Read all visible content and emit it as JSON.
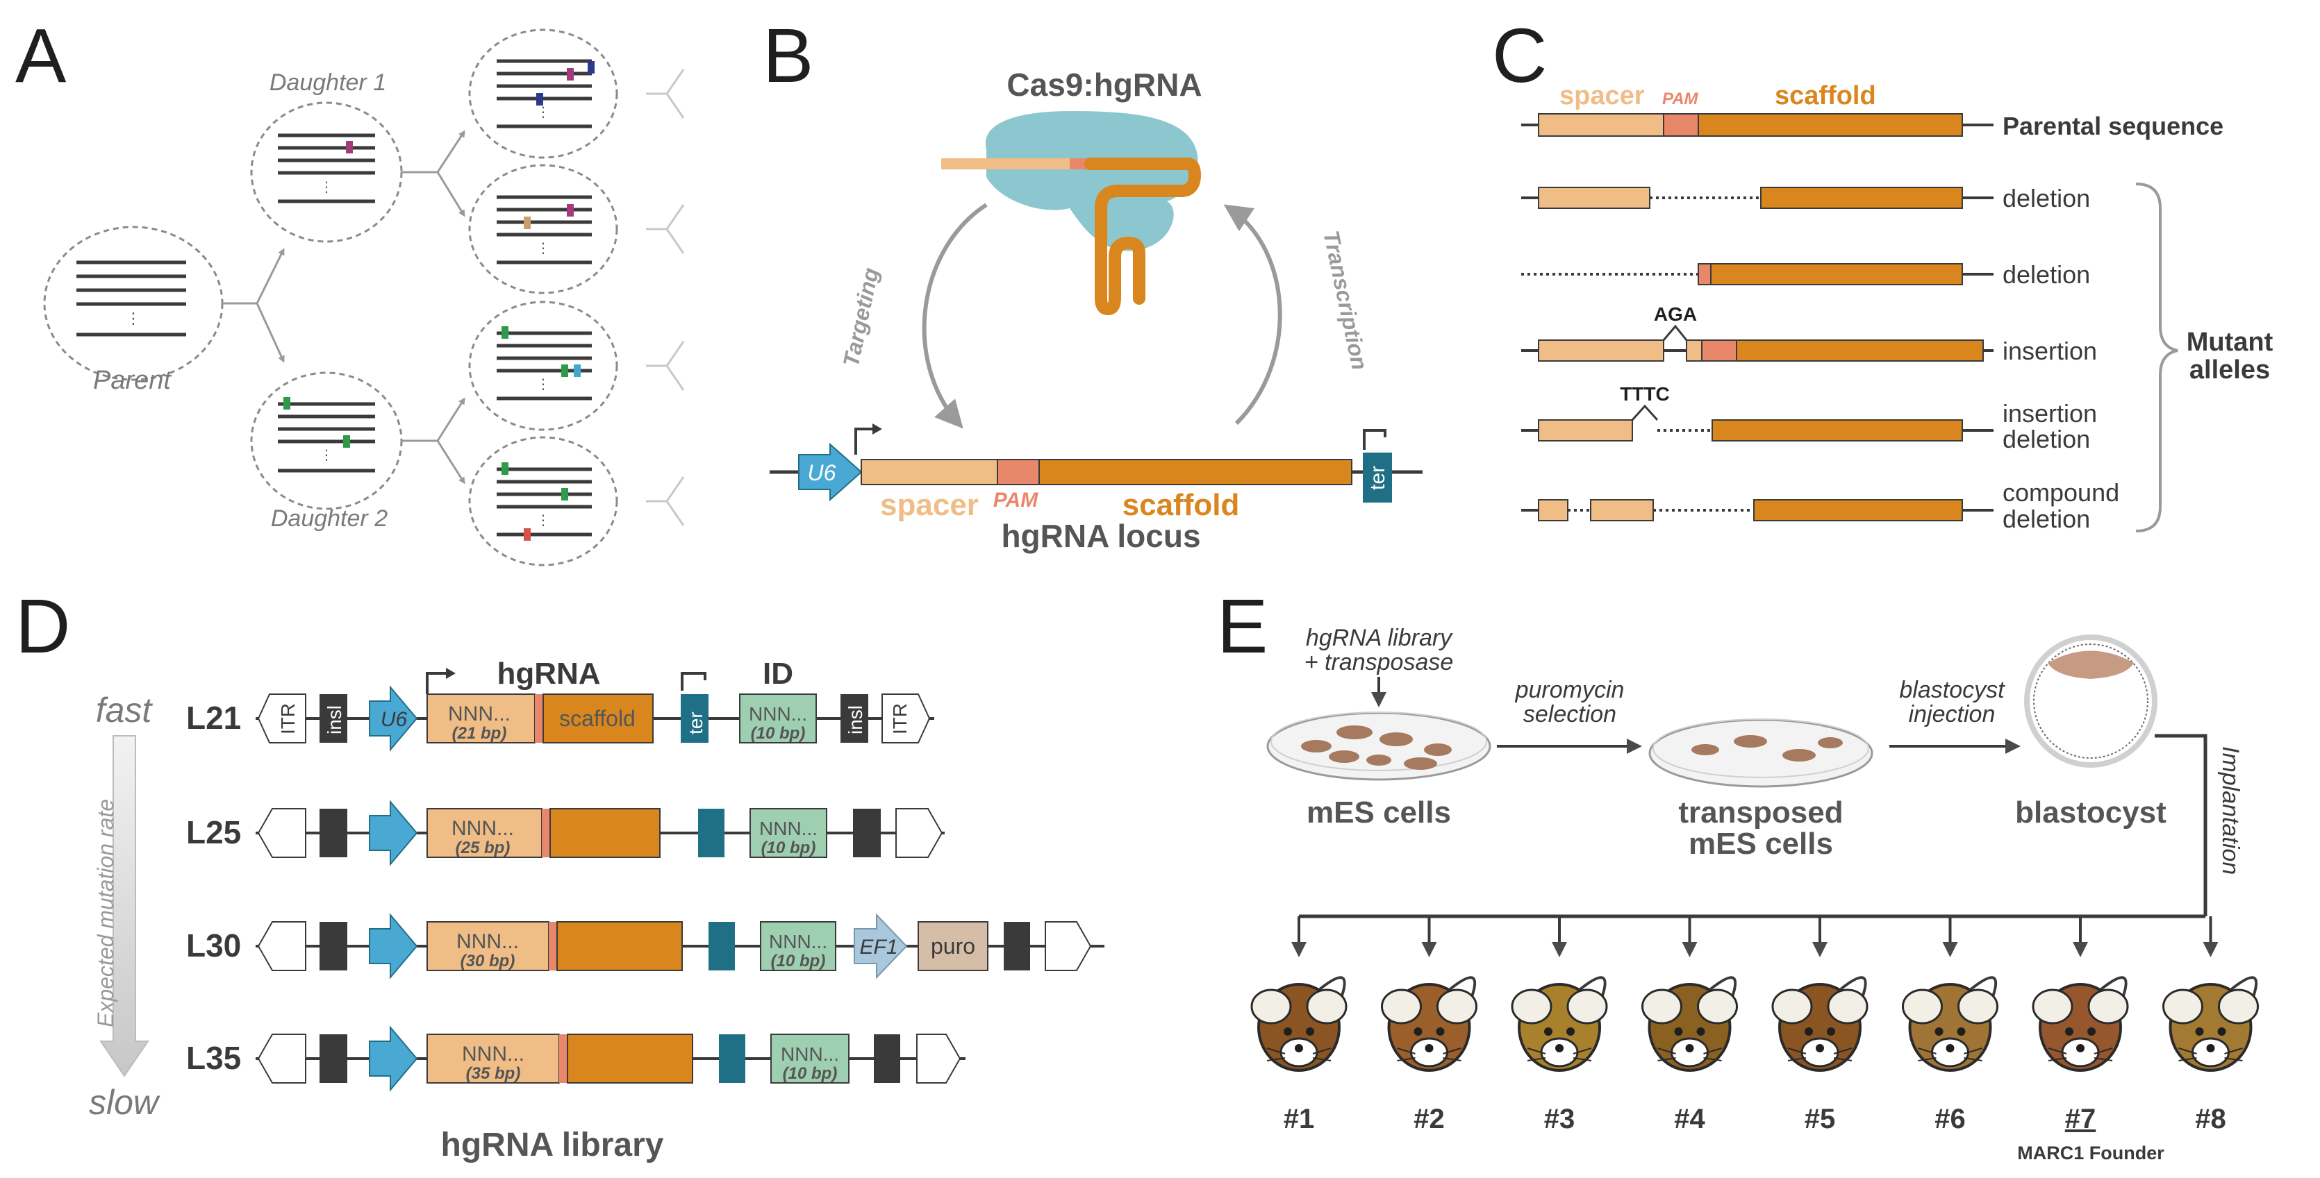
{
  "panels": {
    "a": "A",
    "b": "B",
    "c": "C",
    "d": "D",
    "e": "E"
  },
  "panel_a": {
    "daughter1": "Daughter 1",
    "daughter2": "Daughter 2",
    "parent": "Parent",
    "colors": {
      "magenta": "#a23a7c",
      "navy": "#2d3a8c",
      "tan": "#c9a06a",
      "green": "#2f9a4a",
      "cyan": "#3fa9c9",
      "red": "#d8504a"
    }
  },
  "panel_b": {
    "title": "Cas9:hgRNA",
    "targeting": "Targeting",
    "transcription": "Transcription",
    "u6": "U6",
    "ter": "ter",
    "spacer": "spacer",
    "pam": "PAM",
    "scaffold": "scaffold",
    "locus": "hgRNA locus",
    "colors": {
      "cas9": "#8cc7cf",
      "spacer": "#f0bd86",
      "pam": "#e9876b",
      "scaffold": "#d9861f",
      "u6": "#49a9d3",
      "ter": "#1f6f86"
    }
  },
  "panel_c": {
    "spacer": "spacer",
    "pam": "PAM",
    "scaffold": "scaffold",
    "parental": "Parental sequence",
    "rows": [
      {
        "label": "deletion"
      },
      {
        "label": "deletion"
      },
      {
        "label": "insertion",
        "tag": "AGA"
      },
      {
        "label": "insertion\ndeletion",
        "label1": "insertion",
        "label2": "deletion",
        "tag": "TTTC"
      },
      {
        "label": "compound\ndeletion",
        "label1": "compound",
        "label2": "deletion"
      }
    ],
    "mutant": "Mutant",
    "alleles": "alleles"
  },
  "panel_d": {
    "fast": "fast",
    "slow": "slow",
    "rate": "Expected mutation rate",
    "hgrna": "hgRNA",
    "id": "ID",
    "itr": "ITR",
    "insl": "insl",
    "u6": "U6",
    "ter": "ter",
    "nnn": "NNN...",
    "scaffold": "scaffold",
    "ef1": "EF1",
    "puro": "puro",
    "library": "hgRNA library",
    "rows": [
      {
        "name": "L21",
        "bp": "(21 bp)",
        "id_bp": "(10 bp)"
      },
      {
        "name": "L25",
        "bp": "(25 bp)",
        "id_bp": "(10 bp)"
      },
      {
        "name": "L30",
        "bp": "(30 bp)",
        "id_bp": "(10 bp)"
      },
      {
        "name": "L35",
        "bp": "(35 bp)",
        "id_bp": "(10 bp)"
      }
    ],
    "colors": {
      "id": "#9fcfb1",
      "ef1": "#a9c7dd",
      "puro": "#d6bda8",
      "insl": "#3a3a3a"
    }
  },
  "panel_e": {
    "library_line1": "hgRNA library",
    "library_line2": "+ transposase",
    "puro_line1": "puromycin",
    "puro_line2": "selection",
    "blast_line1": "blastocyst",
    "blast_line2": "injection",
    "mes": "mES cells",
    "transposed1": "transposed",
    "transposed2": "mES cells",
    "blastocyst": "blastocyst",
    "implantation": "Implantation",
    "mice": [
      "#1",
      "#2",
      "#3",
      "#4",
      "#5",
      "#6",
      "#7",
      "#8"
    ],
    "founder": "MARC1 Founder",
    "mouse_colors": [
      "#8a5522",
      "#9a5f2a",
      "#a9802c",
      "#8a6121",
      "#8a5522",
      "#a07435",
      "#97572e",
      "#a27a31"
    ]
  }
}
